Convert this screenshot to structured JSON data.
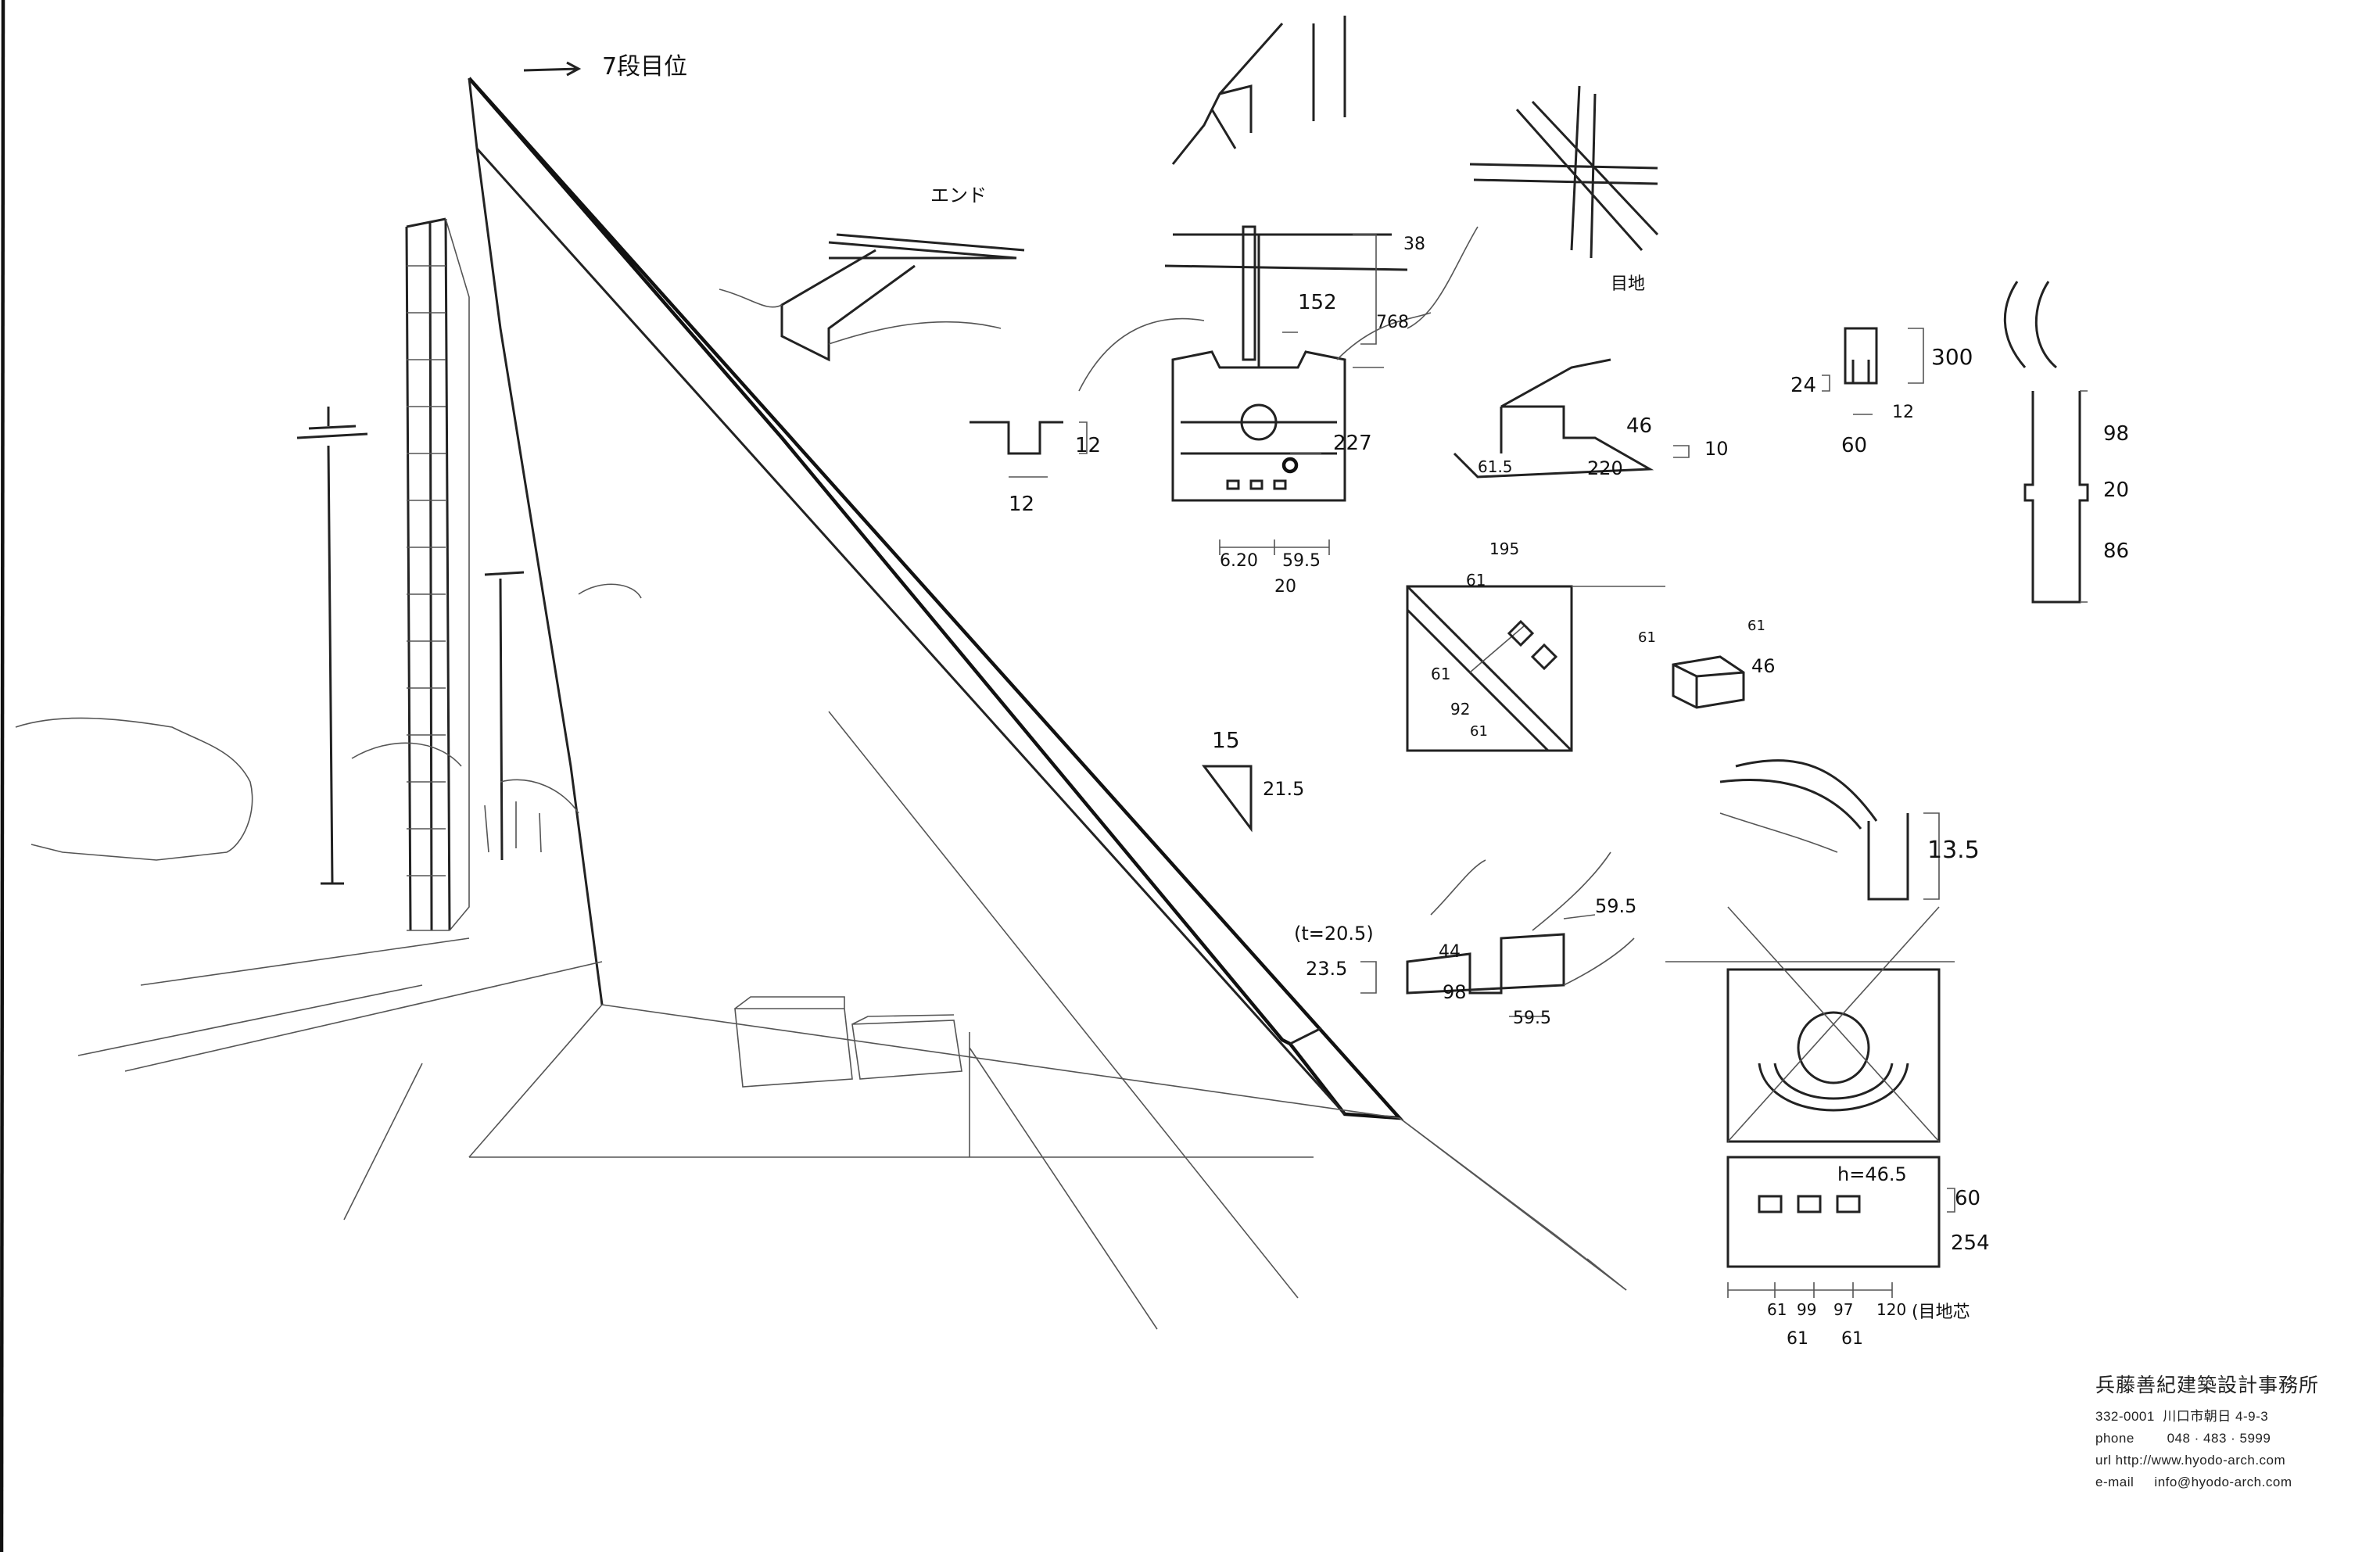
{
  "sheet": {
    "heading_note": "7段目位",
    "label_end": "エンド",
    "label_joint": "目地",
    "dims": {
      "d152": "152",
      "d227": "227",
      "d768": "768",
      "d38": "38",
      "d12a": "12",
      "d12b": "12",
      "d620": "6.20",
      "d595": "59.5",
      "d20a": "20",
      "d46a": "46",
      "d61_5": "61.5",
      "d220": "220",
      "d10": "10",
      "d24": "24",
      "d300": "300",
      "d12c": "12",
      "d60a": "60",
      "d98a": "98",
      "d20b": "20",
      "d86": "86",
      "d195": "195",
      "d61a": "61",
      "d61b": "61",
      "d92": "92",
      "d61c": "61",
      "d61d": "61",
      "d61e": "61",
      "d46b": "46",
      "d15": "15",
      "d21_5": "21.5",
      "d13_5": "13.5",
      "dt": "(t=20.5)",
      "d23_5": "23.5",
      "d44": "44",
      "d98b": "98",
      "d59_5a": "59.5",
      "d59_5b": "59.5",
      "dh": "h=46.5",
      "d60b": "60",
      "d254": "254",
      "row": [
        "61",
        "99",
        "97",
        "120"
      ],
      "row_note": "(目地芯",
      "d61f": "61",
      "d61g": "61"
    }
  },
  "stamp": {
    "office": "兵藤善紀建築設計事務所",
    "address": "332-0001  川口市朝日 4-9-3",
    "phone_label": "phone",
    "phone": "048 · 483 · 5999",
    "url_label": "url",
    "url": "http://www.hyodo-arch.com",
    "email_label": "e-mail",
    "email": "info@hyodo-arch.com"
  }
}
